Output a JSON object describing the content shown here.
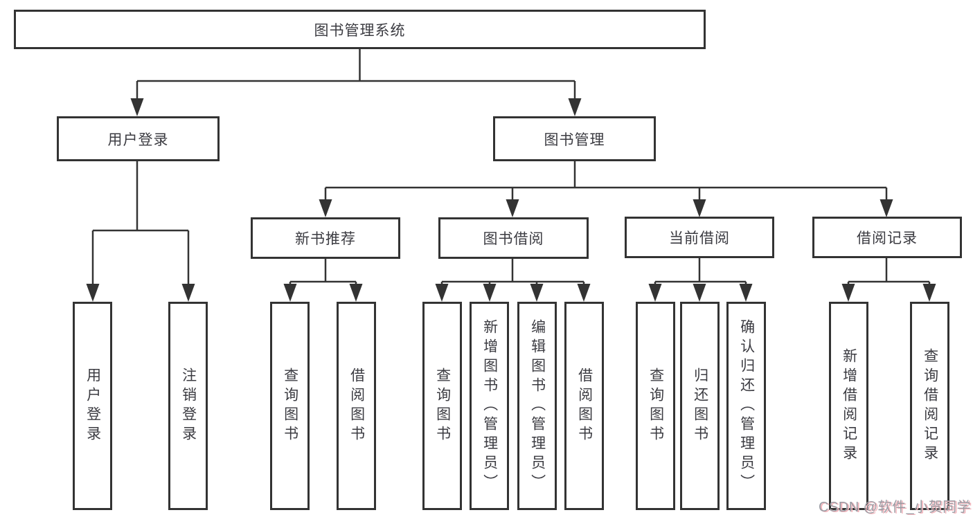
{
  "tree": {
    "root": "图书管理系统",
    "level2": [
      {
        "label": "用户登录",
        "leaves": [
          "用户登录",
          "注销登录"
        ]
      },
      {
        "label": "图书管理"
      }
    ],
    "level3": [
      {
        "label": "新书推荐",
        "leaves": [
          "查询图书",
          "借阅图书"
        ]
      },
      {
        "label": "图书借阅",
        "leaves": [
          "查询图书",
          "新增图书（管理员）",
          "编辑图书（管理员）",
          "借阅图书"
        ]
      },
      {
        "label": "当前借阅",
        "leaves": [
          "查询图书",
          "归还图书",
          "确认归还（管理员）"
        ]
      },
      {
        "label": "借阅记录",
        "leaves": [
          "新增借阅记录",
          "查询借阅记录"
        ]
      }
    ]
  },
  "watermark": "CSDN @软件_小贺同学",
  "colors": {
    "line": "#333333",
    "box_border": "#333333",
    "box_background": "#ffffff",
    "text": "#3b3b41",
    "watermark_text": "#9b9ba3",
    "watermark_shadow": "#f2b4bb",
    "background": "#ffffff"
  }
}
